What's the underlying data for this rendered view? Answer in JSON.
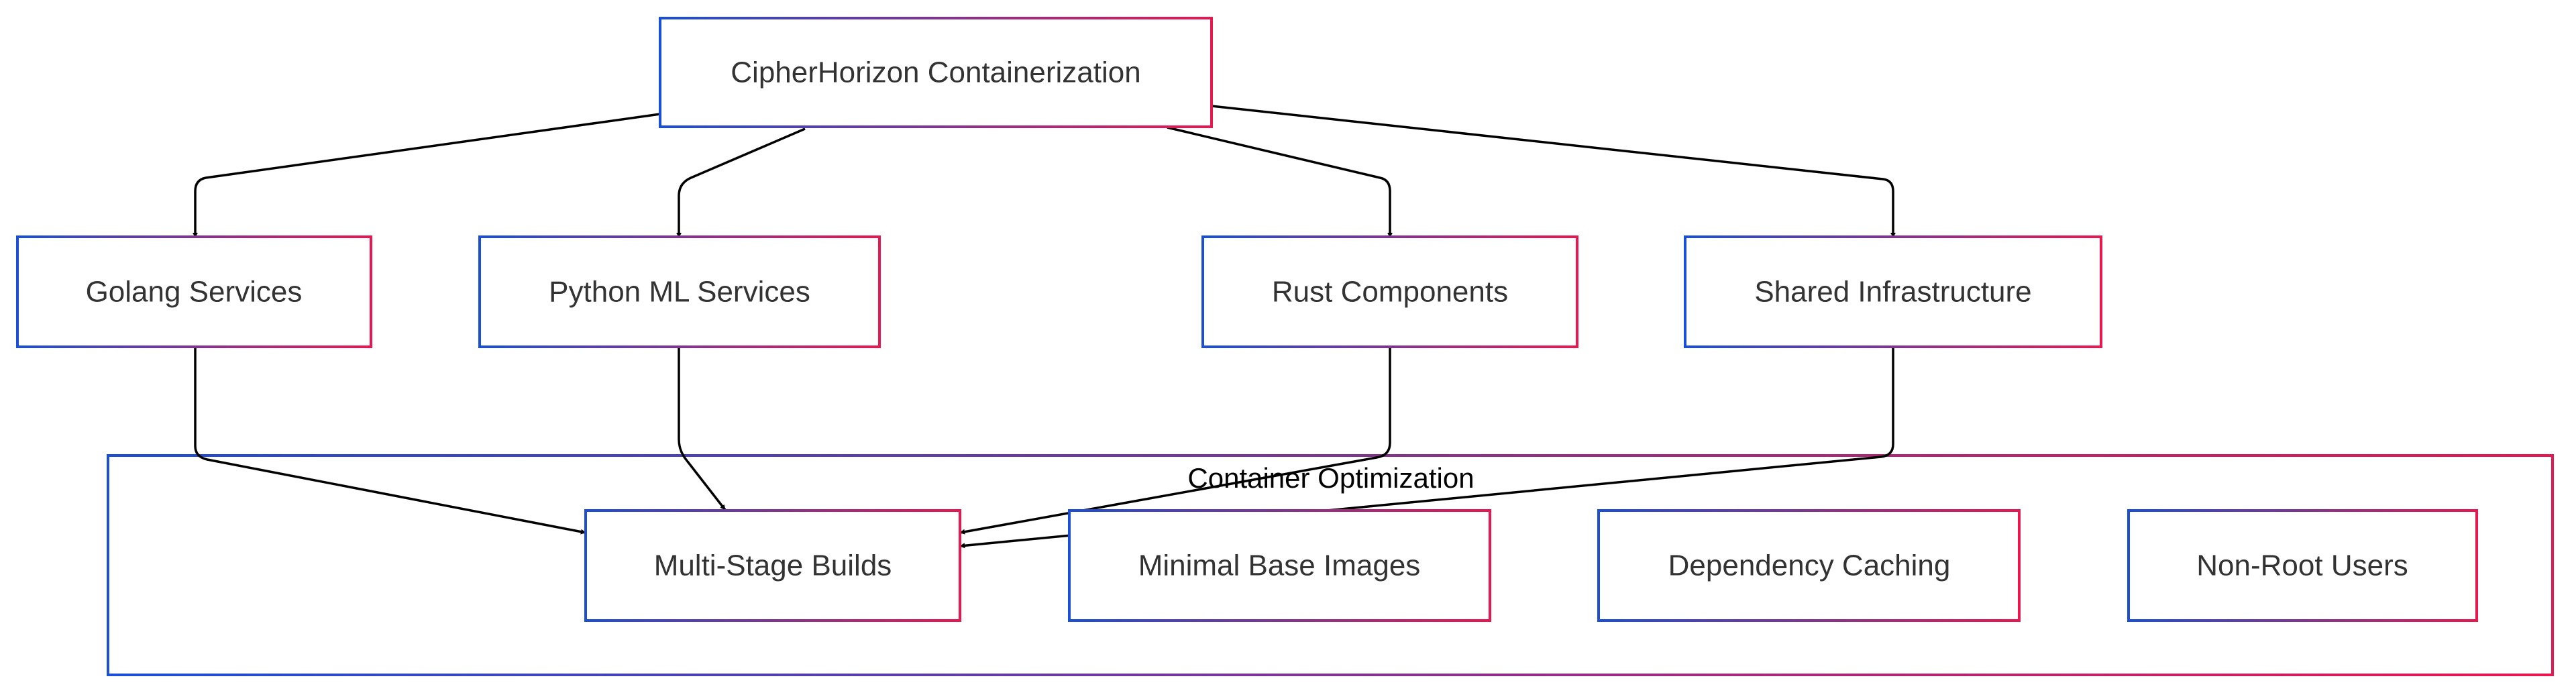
{
  "colors": {
    "gradient_start": "#1a4fd6",
    "gradient_end": "#e8174f",
    "node_fill": "#ffffff",
    "edge": "#000000",
    "text": "#333333"
  },
  "root": {
    "label": "CipherHorizon Containerization"
  },
  "services": [
    {
      "id": "golang",
      "label": "Golang Services"
    },
    {
      "id": "python",
      "label": "Python ML Services"
    },
    {
      "id": "rust",
      "label": "Rust Components"
    },
    {
      "id": "shared",
      "label": "Shared Infrastructure"
    }
  ],
  "cluster": {
    "label": "Container Optimization",
    "nodes": [
      {
        "id": "multistage",
        "label": "Multi-Stage Builds"
      },
      {
        "id": "minimal",
        "label": "Minimal Base Images"
      },
      {
        "id": "caching",
        "label": "Dependency Caching"
      },
      {
        "id": "nonroot",
        "label": "Non-Root Users"
      }
    ]
  },
  "edges": [
    {
      "from": "root",
      "to": "golang"
    },
    {
      "from": "root",
      "to": "python"
    },
    {
      "from": "root",
      "to": "rust"
    },
    {
      "from": "root",
      "to": "shared"
    },
    {
      "from": "golang",
      "to": "multistage"
    },
    {
      "from": "python",
      "to": "multistage"
    },
    {
      "from": "rust",
      "to": "multistage"
    },
    {
      "from": "shared",
      "to": "multistage"
    }
  ]
}
